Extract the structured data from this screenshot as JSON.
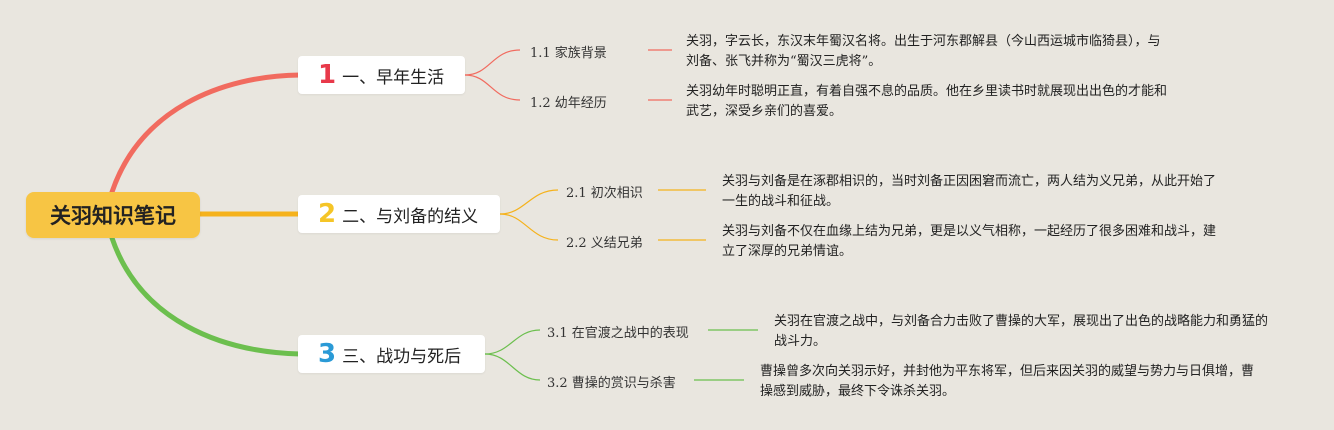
{
  "root": {
    "title": "关羽知识笔记",
    "color": "#f7c544"
  },
  "sections": [
    {
      "number": "1",
      "title": "一、早年生活",
      "color": "#f16b5f",
      "subs": [
        {
          "label": "1.1 家族背景",
          "text": "关羽，字云长，东汉末年蜀汉名将。出生于河东郡解县（今山西运城市临猗县），与刘备、张飞并称为“蜀汉三虎将”。"
        },
        {
          "label": "1.2 幼年经历",
          "text": "关羽幼年时聪明正直，有着自强不息的品质。他在乡里读书时就展现出出色的才能和武艺，深受乡亲们的喜爱。"
        }
      ]
    },
    {
      "number": "2",
      "title": "二、与刘备的结义",
      "color": "#f5b21c",
      "subs": [
        {
          "label": "2.1 初次相识",
          "text": "关羽与刘备是在涿郡相识的，当时刘备正因困窘而流亡，两人结为义兄弟，从此开始了一生的战斗和征战。"
        },
        {
          "label": "2.2 义结兄弟",
          "text": "关羽与刘备不仅在血缘上结为兄弟，更是以义气相称，一起经历了很多困难和战斗，建立了深厚的兄弟情谊。"
        }
      ]
    },
    {
      "number": "3",
      "title": "三、战功与死后",
      "color": "#6cbf4e",
      "subs": [
        {
          "label": "3.1 在官渡之战中的表现",
          "text": "关羽在官渡之战中，与刘备合力击败了曹操的大军，展现出了出色的战略能力和勇猛的战斗力。"
        },
        {
          "label": "3.2 曹操的赏识与杀害",
          "text": "曹操曾多次向关羽示好，并封他为平东将军，但后来因关羽的威望与势力与日俱增，曹操感到威胁，最终下令诛杀关羽。"
        }
      ],
      "number_color": "#2a9ad6"
    }
  ]
}
